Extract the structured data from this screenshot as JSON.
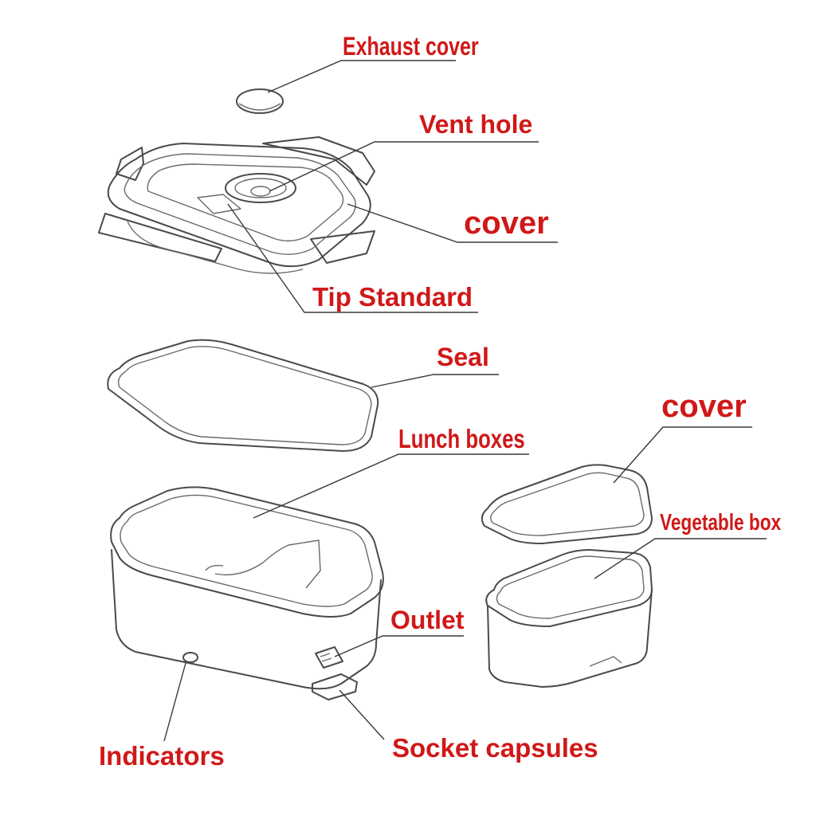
{
  "labels": {
    "exhaust_cover": "Exhaust cover",
    "vent_hole": "Vent hole",
    "cover_main": "cover",
    "tip_standard": "Tip Standard",
    "seal": "Seal",
    "lunch_boxes": "Lunch boxes",
    "cover_small": "cover",
    "vegetable_box": "Vegetable box",
    "outlet": "Outlet",
    "indicators": "Indicators",
    "socket_capsules": "Socket capsules"
  },
  "colors": {
    "label_red": "#d01818",
    "line_art": "#4a4a4a",
    "background": "#ffffff"
  }
}
